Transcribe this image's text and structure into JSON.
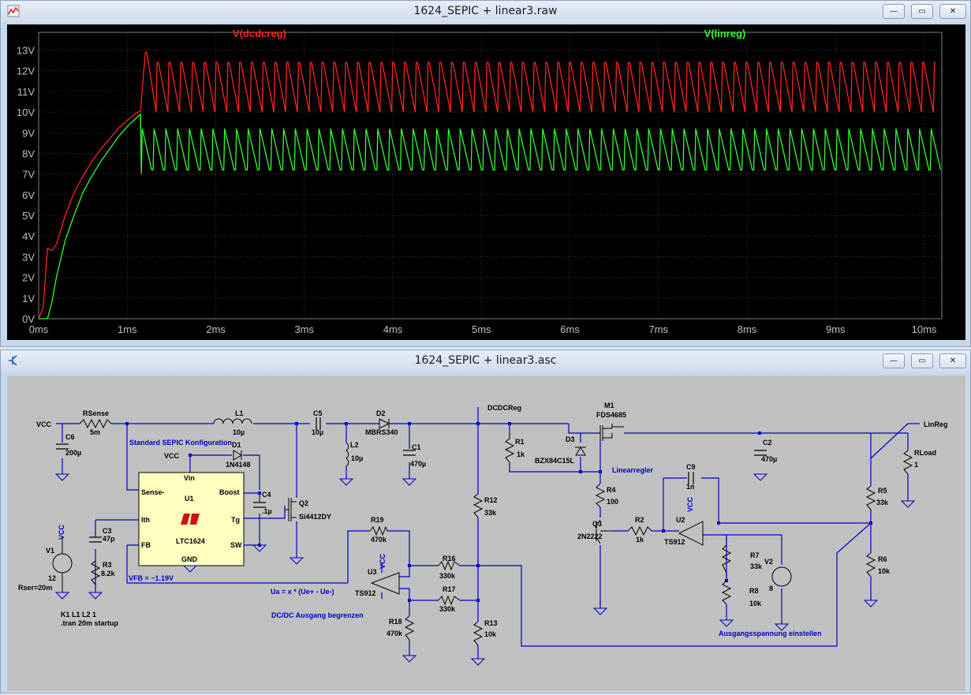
{
  "plot_window": {
    "title": "1624_SEPIC + linear3.raw",
    "controls": {
      "minimize": "—",
      "restore": "▭",
      "close": "✕"
    }
  },
  "schematic_window": {
    "title": "1624_SEPIC + linear3.asc",
    "controls": {
      "minimize": "—",
      "restore": "▭",
      "close": "✕"
    }
  },
  "chart_data": {
    "type": "line",
    "title": "",
    "xlabel": "",
    "ylabel": "",
    "x_ticks": [
      "0ms",
      "1ms",
      "2ms",
      "3ms",
      "4ms",
      "5ms",
      "6ms",
      "7ms",
      "8ms",
      "9ms",
      "10ms"
    ],
    "y_ticks": [
      "0V",
      "1V",
      "2V",
      "3V",
      "4V",
      "5V",
      "6V",
      "7V",
      "8V",
      "9V",
      "10V",
      "11V",
      "12V",
      "13V"
    ],
    "xlim_ms": [
      0,
      10.2
    ],
    "ylim_v": [
      0,
      13.4
    ],
    "grid": true,
    "series": [
      {
        "name": "V(dcdcreg)",
        "color": "#ff2020",
        "startup": {
          "x_ms": [
            0,
            0.05,
            0.1,
            0.15,
            0.2,
            0.3,
            0.4,
            0.5,
            0.6,
            0.7,
            0.8,
            0.9,
            1.0,
            1.1,
            1.15
          ],
          "y_v": [
            0,
            0.5,
            3.4,
            3.3,
            3.6,
            5.0,
            6.1,
            6.9,
            7.6,
            8.2,
            8.7,
            9.2,
            9.6,
            9.95,
            10.05
          ]
        },
        "oscillation": {
          "start_ms": 1.2,
          "end_ms": 10.2,
          "period_ms": 0.133,
          "min_v": 10.0,
          "max_v": 12.4,
          "first_peak_v": 12.9
        }
      },
      {
        "name": "V(linreg)",
        "color": "#30ff30",
        "startup": {
          "x_ms": [
            0,
            0.1,
            0.15,
            0.2,
            0.3,
            0.4,
            0.5,
            0.6,
            0.7,
            0.8,
            0.9,
            1.0,
            1.1,
            1.15
          ],
          "y_v": [
            0,
            0,
            0.8,
            2.0,
            3.8,
            5.0,
            6.1,
            6.9,
            7.6,
            8.2,
            8.8,
            9.3,
            9.7,
            9.9
          ]
        },
        "oscillation": {
          "start_ms": 1.15,
          "end_ms": 10.2,
          "period_ms": 0.133,
          "min_v": 7.2,
          "max_v": 9.2,
          "first_drop_v": 7.0
        }
      }
    ]
  },
  "schematic": {
    "labels": {
      "vcc_left": "VCC",
      "rsense": "RSense",
      "rsense_val": "5m",
      "l1": "L1",
      "l1_val": "10µ",
      "c5": "C5",
      "c5_val": "10µ",
      "d2": "D2",
      "d2_val": "MBRS340",
      "dcdcreg": "DCDCReg",
      "m1": "M1",
      "m1_val": "FDS4685",
      "linreg": "LinReg",
      "c6": "C6",
      "c6_val": "200µ",
      "sepic_title": "Standard SEPIC Konfiguration",
      "d1": "D1",
      "d1_val": "1N4148",
      "vcc_u1": "VCC",
      "vin": "Vin",
      "sense": "Sense-",
      "u1": "U1",
      "boost": "Boost",
      "ith": "Ith",
      "tg": "Tg",
      "ltc1624": "LTC1624",
      "fb": "FB",
      "sw": "SW",
      "gnd": "GND",
      "c4": "C4",
      "c4_val": ".1µ",
      "q2": "Q2",
      "q2_val": "Si4412DY",
      "l2": "L2",
      "l2_val": "10µ",
      "c1": "C1",
      "c1_val": "470µ",
      "r1": "R1",
      "r1_val": "1k",
      "d3": "D3",
      "d3_val": "BZX84C15L",
      "linearregler": "Linearregler",
      "c2": "C2",
      "c2_val": "470µ",
      "rload": "RLoad",
      "rload_val": "1",
      "c9": "C9",
      "c9_val": "1n",
      "r4": "R4",
      "r4_val": "100",
      "r5": "R5",
      "r5_val": "33k",
      "c3": "C3",
      "c3_val": "47p",
      "r12": "R12",
      "r12_val": "33k",
      "q3": "Q3",
      "q3_val": "2N2222",
      "r2": "R2",
      "r2_val": "1k",
      "u2": "U2",
      "u2_val": "TS912",
      "vcc_u2": "VCC",
      "r19": "R19",
      "r19_val": "470k",
      "v1": "V1",
      "v1_val": "12",
      "v1_rser": "Rser=20m",
      "r3": "R3",
      "r3_val": "8.2k",
      "vcc_v1": "VCC",
      "r16": "R16",
      "r16_val": "330k",
      "u3": "U3",
      "u3_val": "TS912",
      "vcc_u3": "VCC",
      "r7": "R7",
      "r7_val": "33k",
      "v2": "V2",
      "v2_val": "8",
      "r6": "R6",
      "r6_val": "10k",
      "vfb": "VFB = ~1.19V",
      "ua": "Ua = x * (Ue+ - Ue-)",
      "r8": "R8",
      "r8_val": "10k",
      "r17": "R17",
      "r17_val": "330k",
      "dcdc_limit": "DC/DC Ausgang begrenzen",
      "r18": "R18",
      "r18_val": "470k",
      "r13": "R13",
      "r13_val": "10k",
      "kcoupling": "K1 L1 L2 1",
      "tran": ".tran 20m startup",
      "output_set": "Ausgangsspannung einstellen"
    }
  }
}
